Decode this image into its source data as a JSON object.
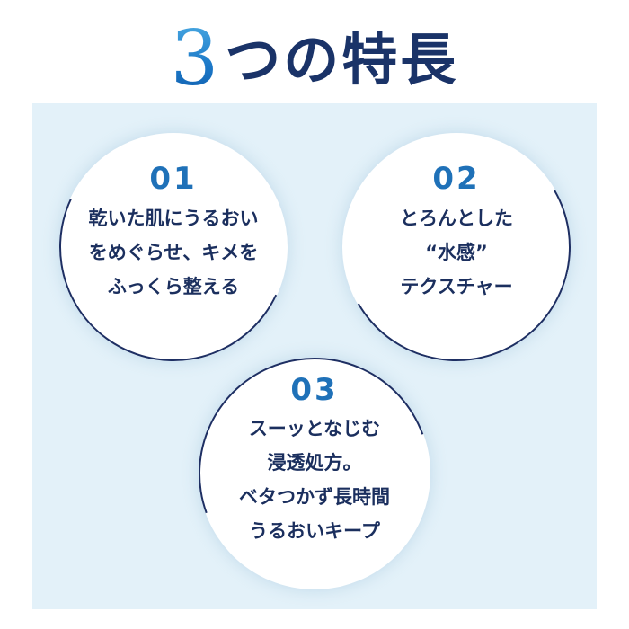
{
  "title": {
    "number": "3",
    "text": "つの特長"
  },
  "features": [
    {
      "number": "01",
      "lines": [
        "乾いた肌にうるおい",
        "をめぐらせ、キメを",
        "ふっくら整える"
      ]
    },
    {
      "number": "02",
      "lines": [
        "とろんとした",
        "“水感”",
        "テクスチャー"
      ]
    },
    {
      "number": "03",
      "lines": [
        "スーッとなじむ",
        "浸透処方。",
        "ベタつかず長時間",
        "うるおいキープ"
      ]
    }
  ],
  "colors": {
    "title_navy": "#1a3368",
    "title_number_blue": "#1b77c7",
    "feature_number_blue": "#1f71b8",
    "feature_text_navy": "#1b2f5e",
    "panel_background": "#e3f1f9",
    "circle_arc_navy": "#1e2f63"
  }
}
